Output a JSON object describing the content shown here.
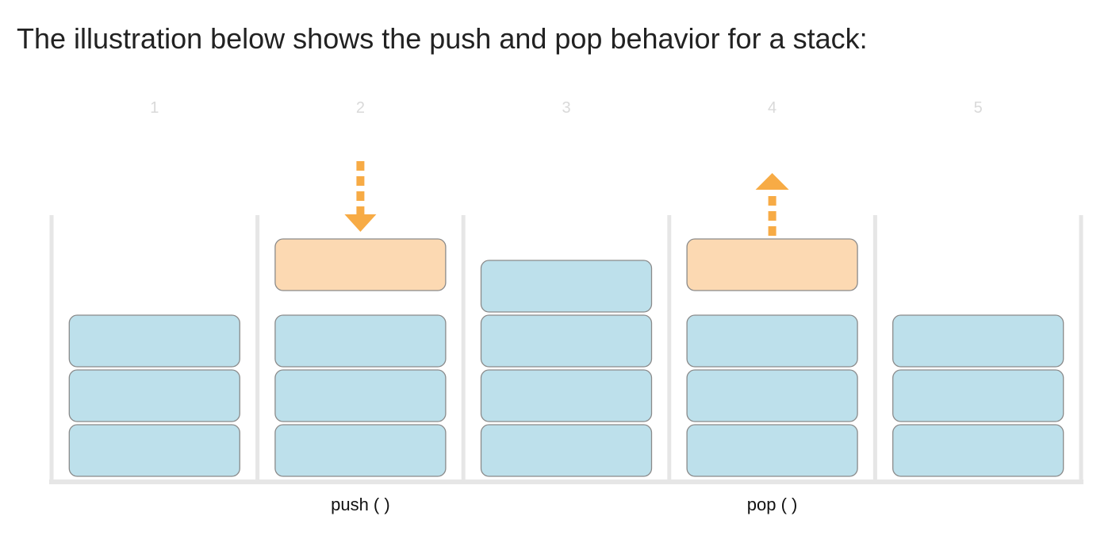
{
  "intro_text": "The illustration below shows the push and pop behavior for a stack:",
  "colors": {
    "stack_item": "#bde0eb",
    "highlight_item": "#fcd9b2",
    "item_border": "#8a8a8a",
    "arrow": "#f7ab45",
    "container": "#e6e6e6",
    "step_number": "#d9d9d9"
  },
  "steps": [
    {
      "number": "1",
      "base_items": 3,
      "extra_item": "none",
      "arrow": "none",
      "operation": ""
    },
    {
      "number": "2",
      "base_items": 3,
      "extra_item": "highlight",
      "arrow": "down",
      "operation": "push ( )"
    },
    {
      "number": "3",
      "base_items": 4,
      "extra_item": "none",
      "arrow": "none",
      "operation": ""
    },
    {
      "number": "4",
      "base_items": 3,
      "extra_item": "highlight",
      "arrow": "up",
      "operation": "pop ( )"
    },
    {
      "number": "5",
      "base_items": 3,
      "extra_item": "none",
      "arrow": "none",
      "operation": ""
    }
  ]
}
